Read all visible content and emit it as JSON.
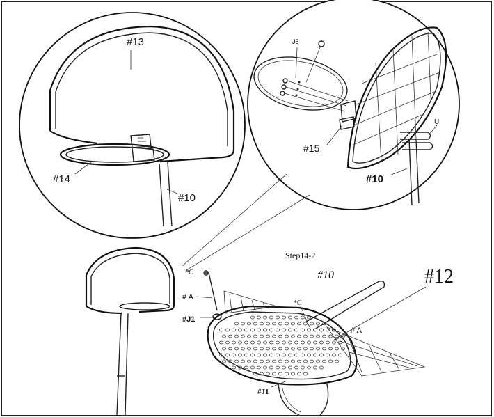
{
  "labels": {
    "rim_left_backboard": "#13",
    "rim_left_rim": "#14",
    "rim_left_pole": "#10",
    "rim_right_j5": "J5",
    "rim_right_o": "O",
    "rim_right_15": "#15",
    "rim_right_u": "U",
    "rim_right_10": "#10",
    "step": "Step14-2",
    "main_10": "#10",
    "main_12": "#12",
    "main_c_top": "*C",
    "main_a_left": "# A",
    "main_j1_left": "#J1",
    "main_c_right": "*C",
    "main_a_right": "# A",
    "main_j1_bottom": "#J1"
  },
  "colors": {
    "ink": "#222222",
    "paper": "#ffffff"
  }
}
